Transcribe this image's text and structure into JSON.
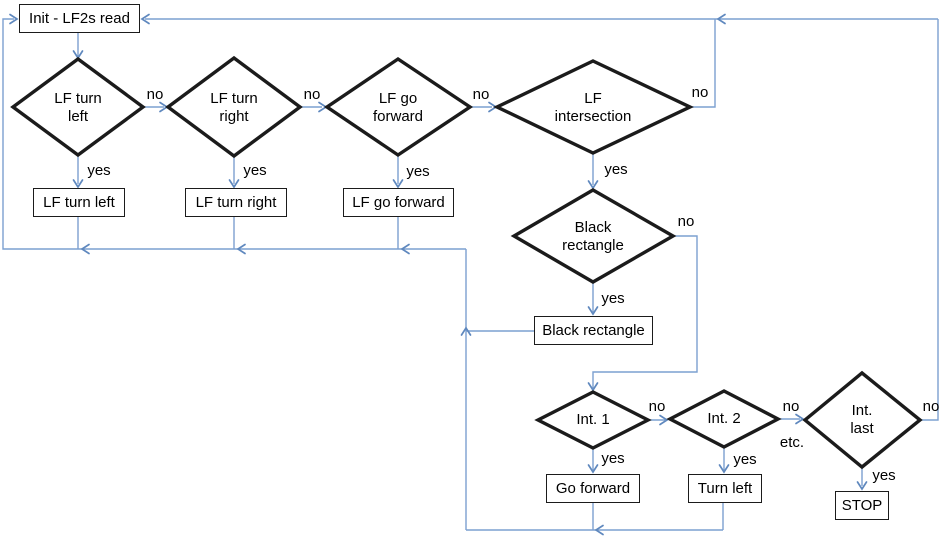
{
  "figure_type": "flowchart",
  "colors": {
    "connector": "#7CA0D0",
    "arrowhead": "#5F88BE",
    "shape_border": "#1b1b1b",
    "text": "#000000",
    "background": "#ffffff"
  },
  "nodes": {
    "init": "Init - LF2s read",
    "d_lf_turn_left": "LF turn\nleft",
    "d_lf_turn_right": "LF turn\nright",
    "d_lf_go_forward": "LF go\nforward",
    "d_lf_intersection": "LF\nintersection",
    "d_black_rectangle": "Black\nrectangle",
    "d_int_1": "Int. 1",
    "d_int_2": "Int. 2",
    "d_int_last": "Int.\nlast",
    "p_lf_turn_left": "LF turn left",
    "p_lf_turn_right": "LF turn right",
    "p_lf_go_forward": "LF go forward",
    "p_black_rectangle": "Black rectangle",
    "p_go_forward": "Go forward",
    "p_turn_left": "Turn left",
    "p_stop": "STOP"
  },
  "labels": {
    "no": "no",
    "yes": "yes",
    "etc": "etc."
  }
}
